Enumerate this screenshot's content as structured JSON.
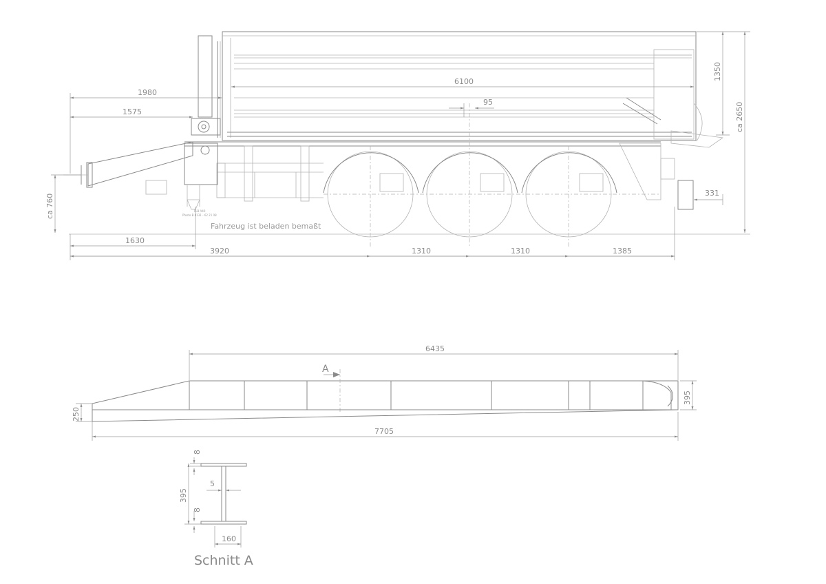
{
  "side_view": {
    "dims": {
      "d1980": "1980",
      "d1575": "1575",
      "d6100": "6100",
      "d95": "95",
      "d1350": "1350",
      "d2650": "ca 2650",
      "d760": "ca 760",
      "d331": "331",
      "d1630": "1630",
      "d3920": "3920",
      "d1310a": "1310",
      "d1310b": "1310",
      "d1385": "1385"
    },
    "note": "Fahrzeug ist beladen bemaßt",
    "small_label_1": "FLB  A40",
    "small_label_2": "Pfosto  B  8131  -  62  21  08"
  },
  "ramp_view": {
    "dims": {
      "d6435": "6435",
      "d7705": "7705",
      "d250": "250",
      "d395": "395"
    },
    "section_marker": "A"
  },
  "section_a": {
    "title": "Schnitt A",
    "dims": {
      "d8top": "8",
      "d395": "395",
      "d5": "5",
      "d8bot": "8",
      "d160": "160"
    }
  }
}
